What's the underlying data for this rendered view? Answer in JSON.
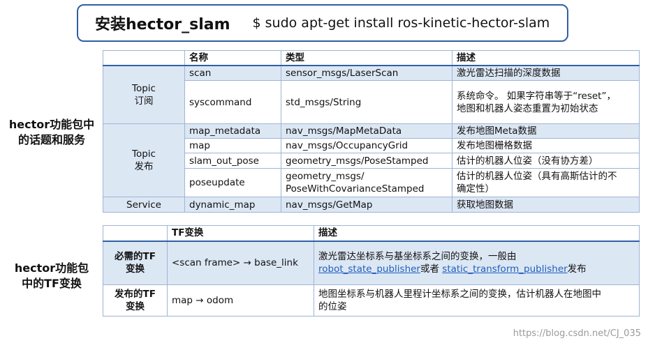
{
  "header": {
    "title": "安装hector_slam",
    "command": "$ sudo apt-get install ros-kinetic-hector-slam"
  },
  "side_labels": {
    "topics": [
      "hector功能包中",
      "的话题和服务"
    ],
    "tf": [
      "hector功能包",
      "中的TF变换"
    ]
  },
  "table1": {
    "headers": [
      "",
      "名称",
      "类型",
      "描述"
    ],
    "groups": {
      "subscribe": [
        "Topic",
        "订阅"
      ],
      "publish": [
        "Topic",
        "发布"
      ],
      "service": "Service"
    },
    "rows": [
      {
        "name": "scan",
        "type": [
          "sensor_msgs/LaserScan"
        ],
        "desc": [
          "激光雷达扫描的深度数据"
        ]
      },
      {
        "name": "syscommand",
        "type": [
          "std_msgs/String"
        ],
        "desc": [
          "系统命令。 如果字符串等于“reset”，",
          "地图和机器人姿态重置为初始状态"
        ]
      },
      {
        "name": "map_metadata",
        "type": [
          "nav_msgs/MapMetaData"
        ],
        "desc": [
          "发布地图Meta数据"
        ]
      },
      {
        "name": "map",
        "type": [
          "nav_msgs/OccupancyGrid"
        ],
        "desc": [
          "发布地图栅格数据"
        ]
      },
      {
        "name": "slam_out_pose",
        "type": [
          "geometry_msgs/PoseStamped"
        ],
        "desc": [
          "估计的机器人位姿（没有协方差）"
        ]
      },
      {
        "name": "poseupdate",
        "type": [
          "geometry_msgs/",
          "PoseWithCovarianceStamped"
        ],
        "desc": [
          "估计的机器人位姿（具有高斯估计的不",
          "确定性）"
        ]
      },
      {
        "name": "dynamic_map",
        "type": [
          "nav_msgs/GetMap"
        ],
        "desc": [
          "获取地图数据"
        ]
      }
    ]
  },
  "table2": {
    "headers": [
      "",
      "TF变换",
      "描述"
    ],
    "rows": [
      {
        "group": [
          "必需的TF",
          "变换"
        ],
        "tf": "<scan frame> → base_link",
        "desc_line1": "激光雷达坐标系与基坐标系之间的变换，一般由",
        "link1": "robot_state_publisher",
        "mid": "或者",
        "link2": "static_transform_publisher",
        "tail": "发布"
      },
      {
        "group": [
          "发布的TF",
          "变换"
        ],
        "tf": "map → odom",
        "desc": [
          "地图坐标系与机器人里程计坐标系之间的变换，估计机器人在地图中",
          "的位姿"
        ]
      }
    ]
  },
  "watermark": "https://blog.csdn.net/CJ_035",
  "colors": {
    "accent": "#2f5fa5",
    "shade": "#dce7f4",
    "link": "#1f5fbf"
  }
}
